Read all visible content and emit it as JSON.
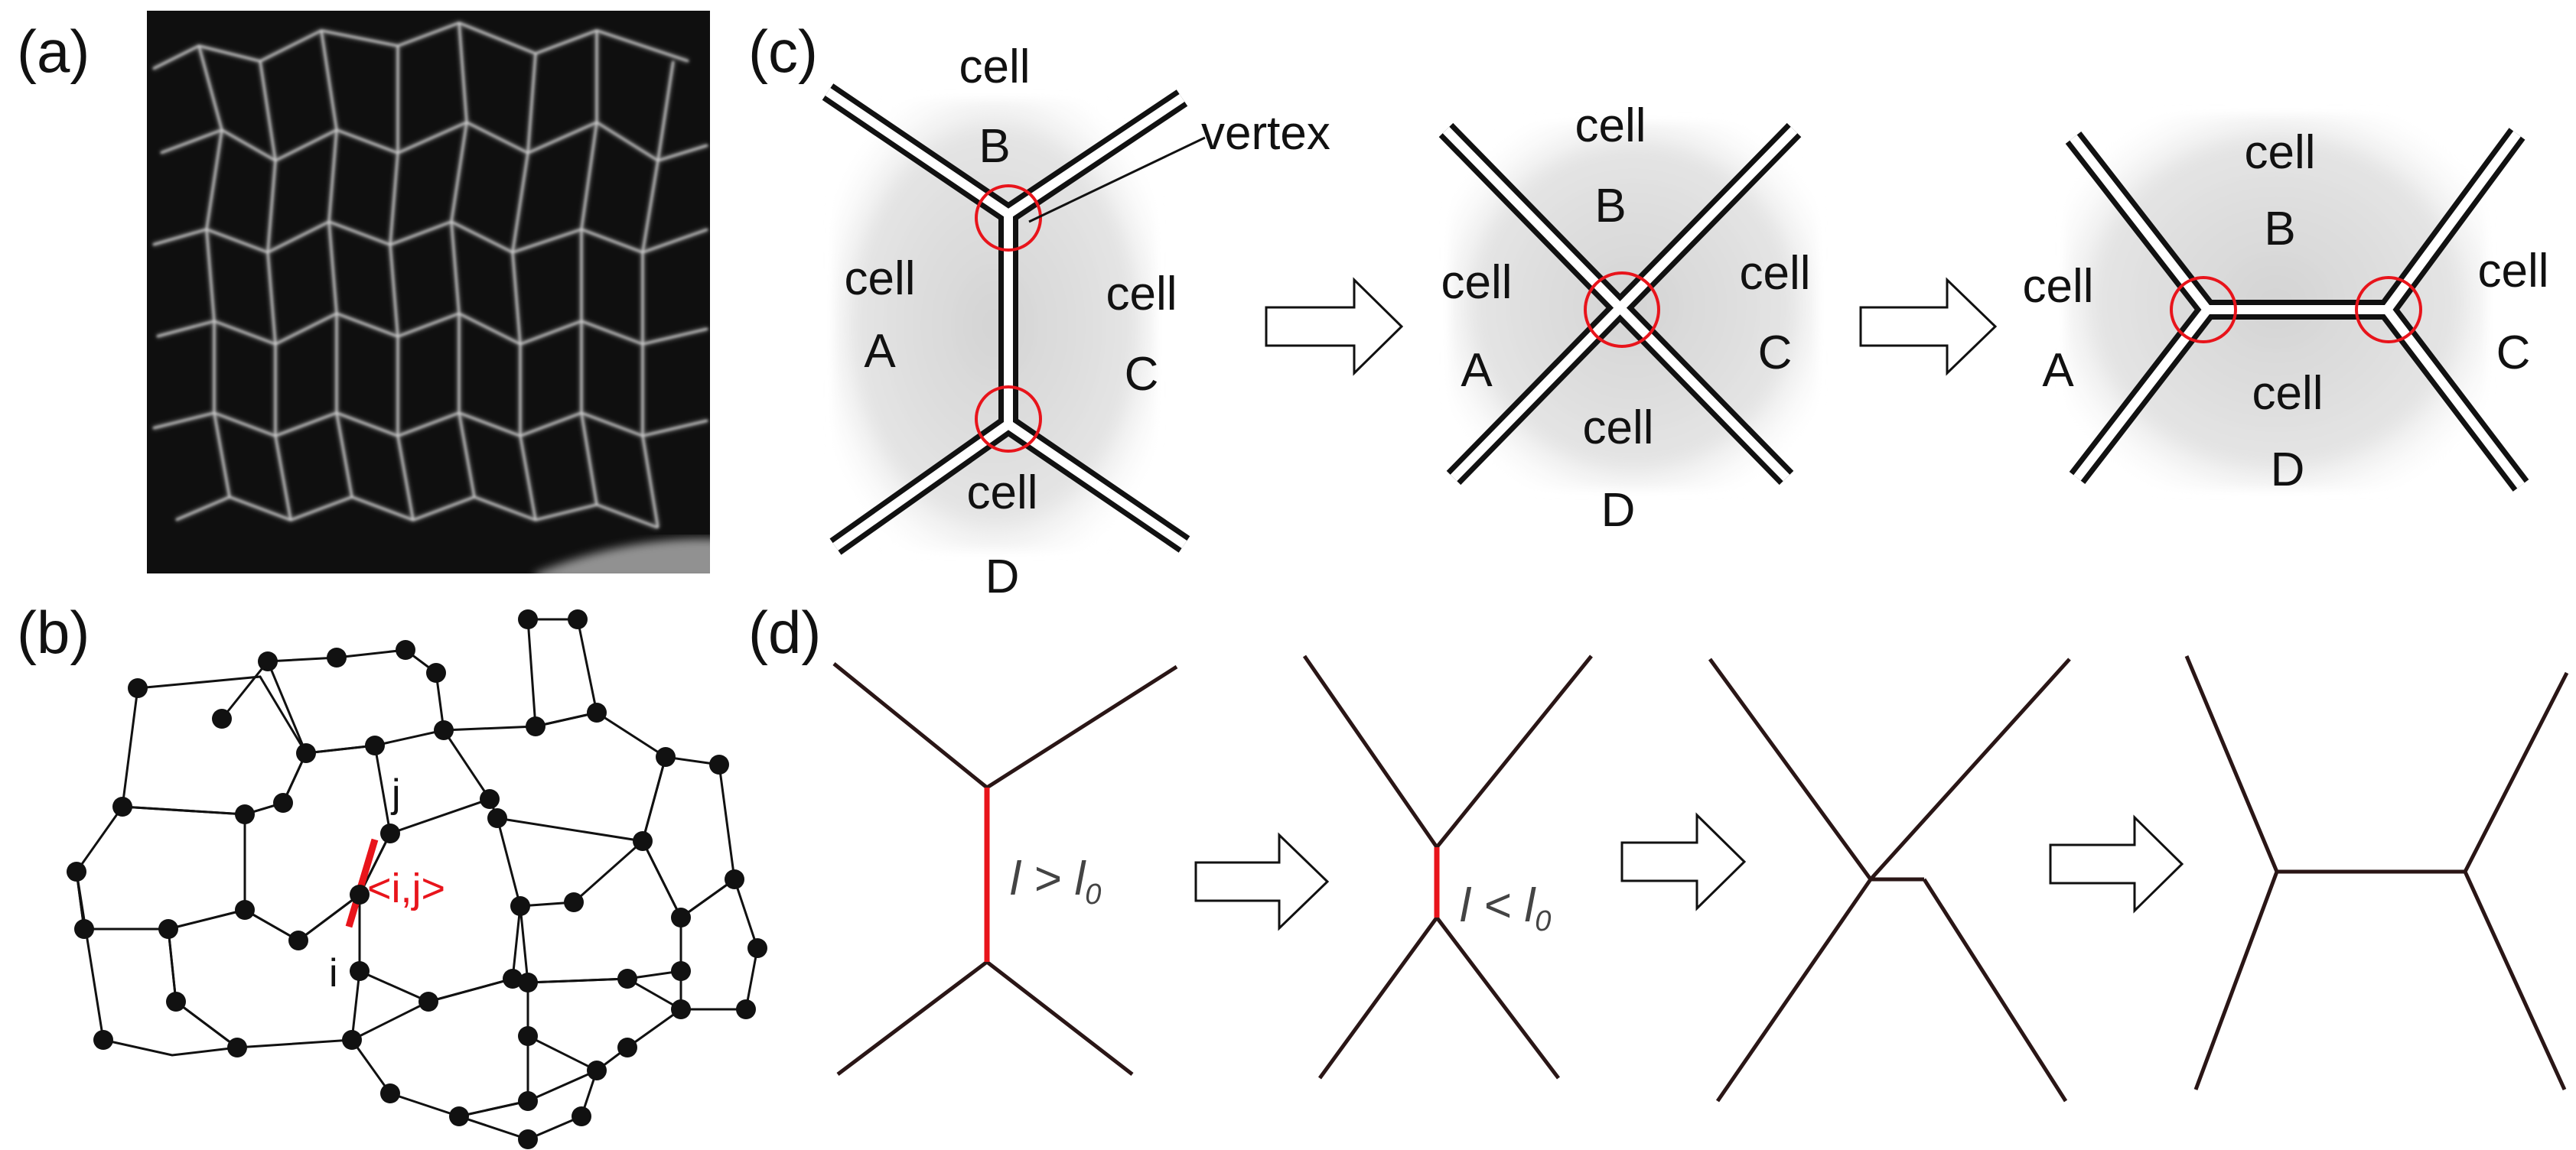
{
  "panels": {
    "a": {
      "label": "(a)"
    },
    "b": {
      "label": "(b)",
      "vertex_i": "i",
      "vertex_j": "j",
      "edge_label": "<i,j>"
    },
    "c": {
      "label": "(c)",
      "vertex_callout": "vertex",
      "cells": {
        "A": [
          "cell",
          "A"
        ],
        "B": [
          "cell",
          "B"
        ],
        "C": [
          "cell",
          "C"
        ],
        "D": [
          "cell",
          "D"
        ]
      }
    },
    "d": {
      "label": "(d)",
      "condition_long": "l > l0",
      "condition_short": "l < l0",
      "cond_long_l": "l",
      "cond_long_op": " > ",
      "cond_long_l0": "l",
      "cond_long_sub": "0",
      "cond_short_l": "l",
      "cond_short_op": " < ",
      "cond_short_l0": "l",
      "cond_short_sub": "0"
    }
  },
  "colors": {
    "highlight": "#e8141b",
    "line": "#1a1a1a",
    "edge_dark": "#2a1616",
    "micrograph_bg": "#101010",
    "shade": "#d9d9d9"
  }
}
